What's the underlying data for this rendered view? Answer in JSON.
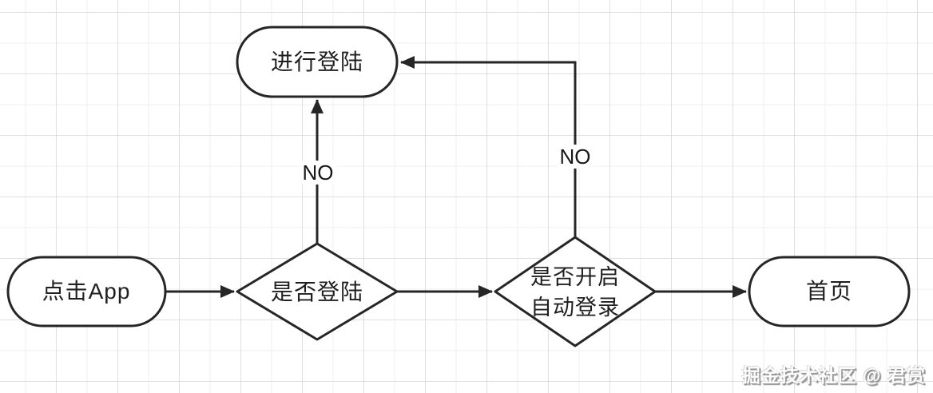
{
  "diagram": {
    "type": "flowchart",
    "nodes": {
      "do_login": {
        "shape": "stadium",
        "label": "进行登陆"
      },
      "click_app": {
        "shape": "stadium",
        "label": "点击App"
      },
      "is_logged_in": {
        "shape": "diamond",
        "label": "是否登陆"
      },
      "auto_login": {
        "shape": "diamond",
        "label": "是否开启\n自动登录"
      },
      "home": {
        "shape": "stadium",
        "label": "首页"
      }
    },
    "edges": {
      "click_app_to_is_logged_in": {
        "label": ""
      },
      "is_logged_in_to_auto_login": {
        "label": ""
      },
      "auto_login_to_home": {
        "label": ""
      },
      "is_logged_in_to_do_login": {
        "label": "NO"
      },
      "auto_login_to_do_login": {
        "label": "NO"
      }
    },
    "colors": {
      "shape_stroke": "#262626",
      "shape_fill": "#ffffff",
      "text": "#1f1f1f",
      "grid_major": "#dfdfdf",
      "grid_minor": "#efefef",
      "background": "#ffffff"
    }
  },
  "watermark": {
    "text": "掘金技术社区 @ 君赏"
  }
}
